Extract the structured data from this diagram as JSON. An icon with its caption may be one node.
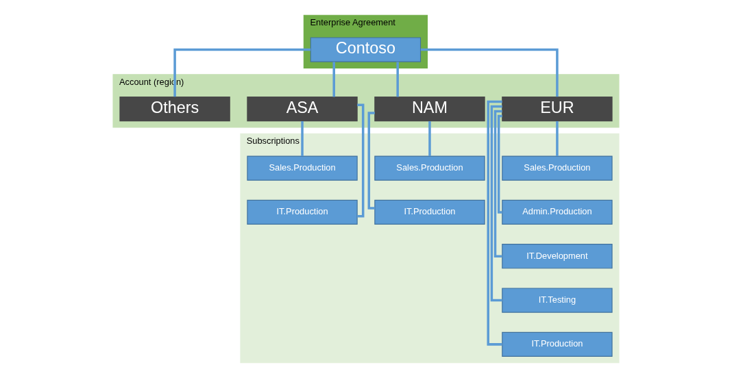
{
  "diagram": {
    "nodes": [
      {
        "text": [
          "Enterprise Agreement"
        ]
      },
      {
        "text": [
          "Contoso"
        ],
        "in": 0
      },
      {
        "text": [
          "Account (region)"
        ]
      },
      {
        "text": [
          "EUR"
        ],
        "in": 2
      },
      {
        "text": [
          "NAM"
        ],
        "in": 2
      },
      {
        "text": [
          "ASA"
        ],
        "in": 2
      },
      {
        "text": [
          "Others"
        ],
        "in": 2
      },
      {
        "text": [
          "Subscriptions"
        ]
      },
      {
        "text": [
          "Sales.Production"
        ],
        "in": 7
      },
      {
        "text": [
          "Admin.Production"
        ],
        "in": 7
      },
      {
        "text": [
          "IT.Development"
        ],
        "in": 7
      },
      {
        "text": [
          "IT.Testing"
        ],
        "in": 7
      },
      {
        "text": [
          "IT.Production"
        ],
        "in": 7
      },
      {
        "text": [
          "Sales.Production"
        ],
        "in": 7
      },
      {
        "text": [
          "IT.Production"
        ],
        "in": 7
      },
      {
        "text": [
          "Sales.Production"
        ],
        "in": 7
      },
      {
        "text": [
          "IT.Production"
        ],
        "in": 7
      }
    ],
    "edges": [
      {
        "from": 1,
        "to": 3,
        "arrow": "none"
      },
      {
        "from": 1,
        "to": 4,
        "arrow": "none"
      },
      {
        "from": 1,
        "to": 5,
        "arrow": "none"
      },
      {
        "from": 1,
        "to": 6,
        "arrow": "none"
      },
      {
        "from": 3,
        "to": 8,
        "arrow": "none"
      },
      {
        "from": 3,
        "to": 9,
        "arrow": "none"
      },
      {
        "from": 3,
        "to": 10,
        "arrow": "none"
      },
      {
        "from": 3,
        "to": 11,
        "arrow": "none"
      },
      {
        "from": 3,
        "to": 12,
        "arrow": "none"
      },
      {
        "from": 4,
        "to": 13,
        "arrow": "none"
      },
      {
        "from": 4,
        "to": 14,
        "arrow": "none"
      },
      {
        "from": 5,
        "to": 15,
        "arrow": "none"
      },
      {
        "from": 5,
        "to": 16,
        "arrow": "none"
      }
    ]
  }
}
